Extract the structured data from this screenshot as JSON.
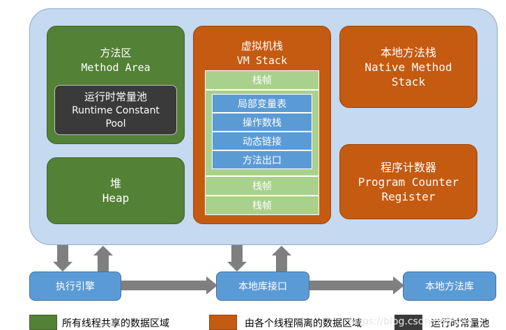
{
  "method_area": {
    "cn": "方法区",
    "en": "Method Area"
  },
  "constant_pool": {
    "cn": "运行时常量池",
    "en1": "Runtime Constant",
    "en2": "Pool"
  },
  "heap": {
    "cn": "堆",
    "en": "Heap"
  },
  "vm_stack": {
    "cn": "虚拟机栈",
    "en": "VM Stack",
    "frame_label": "栈帧",
    "frame_items": [
      "局部变量表",
      "操作数栈",
      "动态链接",
      "方法出口"
    ]
  },
  "native_stack": {
    "cn": "本地方法栈",
    "en1": "Native Method",
    "en2": "Stack"
  },
  "pc_register": {
    "cn": "程序计数器",
    "en1": "Program Counter",
    "en2": "Register"
  },
  "bottom": {
    "engine": "执行引擎",
    "native_interface": "本地库接口",
    "native_library": "本地方法库"
  },
  "legend": {
    "shared": "所有线程共享的数据区域",
    "isolated": "由各个线程隔离的数据区域",
    "constant_pool": "运行时常量池"
  },
  "watermark": "https://blog.csdn.net/wan"
}
